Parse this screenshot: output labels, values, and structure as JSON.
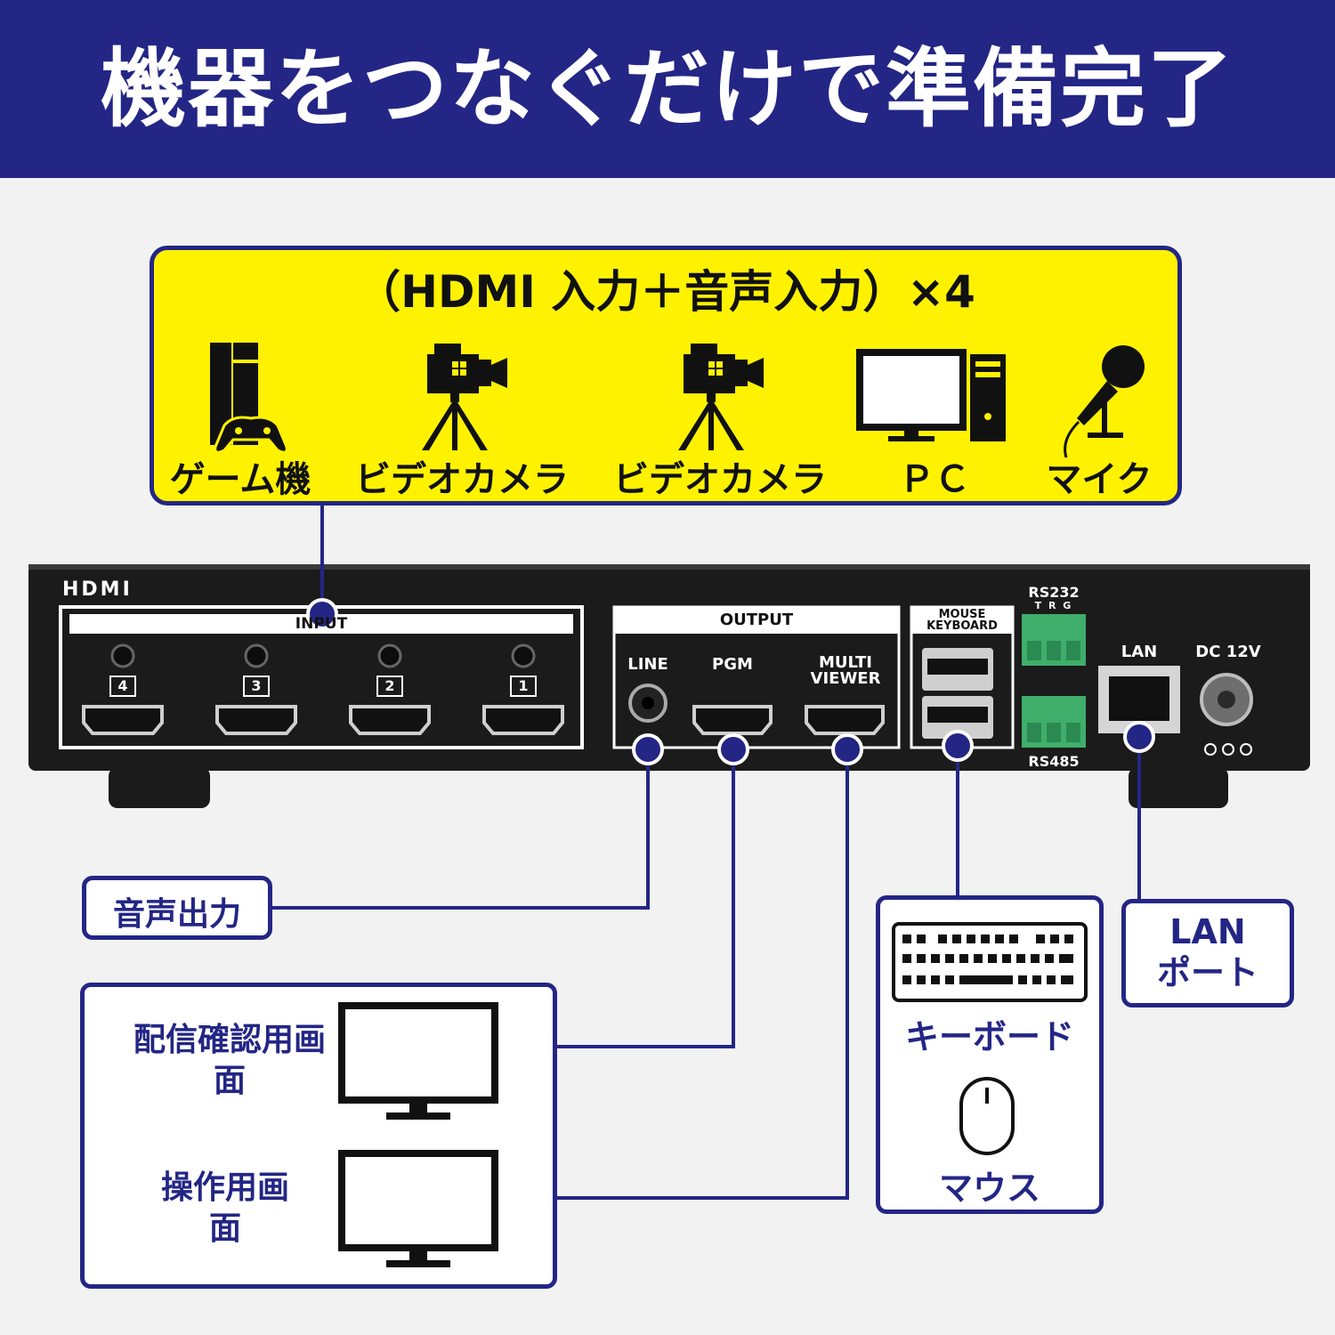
{
  "banner": {
    "title": "機器をつなぐだけで準備完了",
    "color": "#232685"
  },
  "inputs": {
    "title": "（HDMI 入力＋音声入力）×4",
    "panel_color": "#fff200",
    "devices": [
      {
        "label": "ゲーム機",
        "icon": "game-console-icon"
      },
      {
        "label": "ビデオカメラ",
        "icon": "video-camera-icon"
      },
      {
        "label": "ビデオカメラ",
        "icon": "video-camera-icon"
      },
      {
        "label": "ＰＣ",
        "icon": "pc-icon"
      },
      {
        "label": "マイク",
        "icon": "microphone-icon"
      }
    ]
  },
  "device": {
    "brand": "HDMI",
    "input_group_label": "INPUT",
    "input_numbers": [
      "4",
      "3",
      "2",
      "1"
    ],
    "output_group_label": "OUTPUT",
    "output_ports": [
      "LINE",
      "PGM",
      "MULTI VIEWER"
    ],
    "mouse_keyboard_label": "MOUSE KEYBOARD",
    "rs232_label": "RS232",
    "rs232_pins": "T R G",
    "rs485_label": "RS485",
    "lan_label": "LAN",
    "dc_label": "DC 12V"
  },
  "outputs": {
    "audio_out": "音声出力",
    "stream_monitor": "配信確認用画面",
    "control_monitor": "操作用画面",
    "keyboard": "キーボード",
    "mouse": "マウス",
    "lan_port": "LAN ポート"
  }
}
